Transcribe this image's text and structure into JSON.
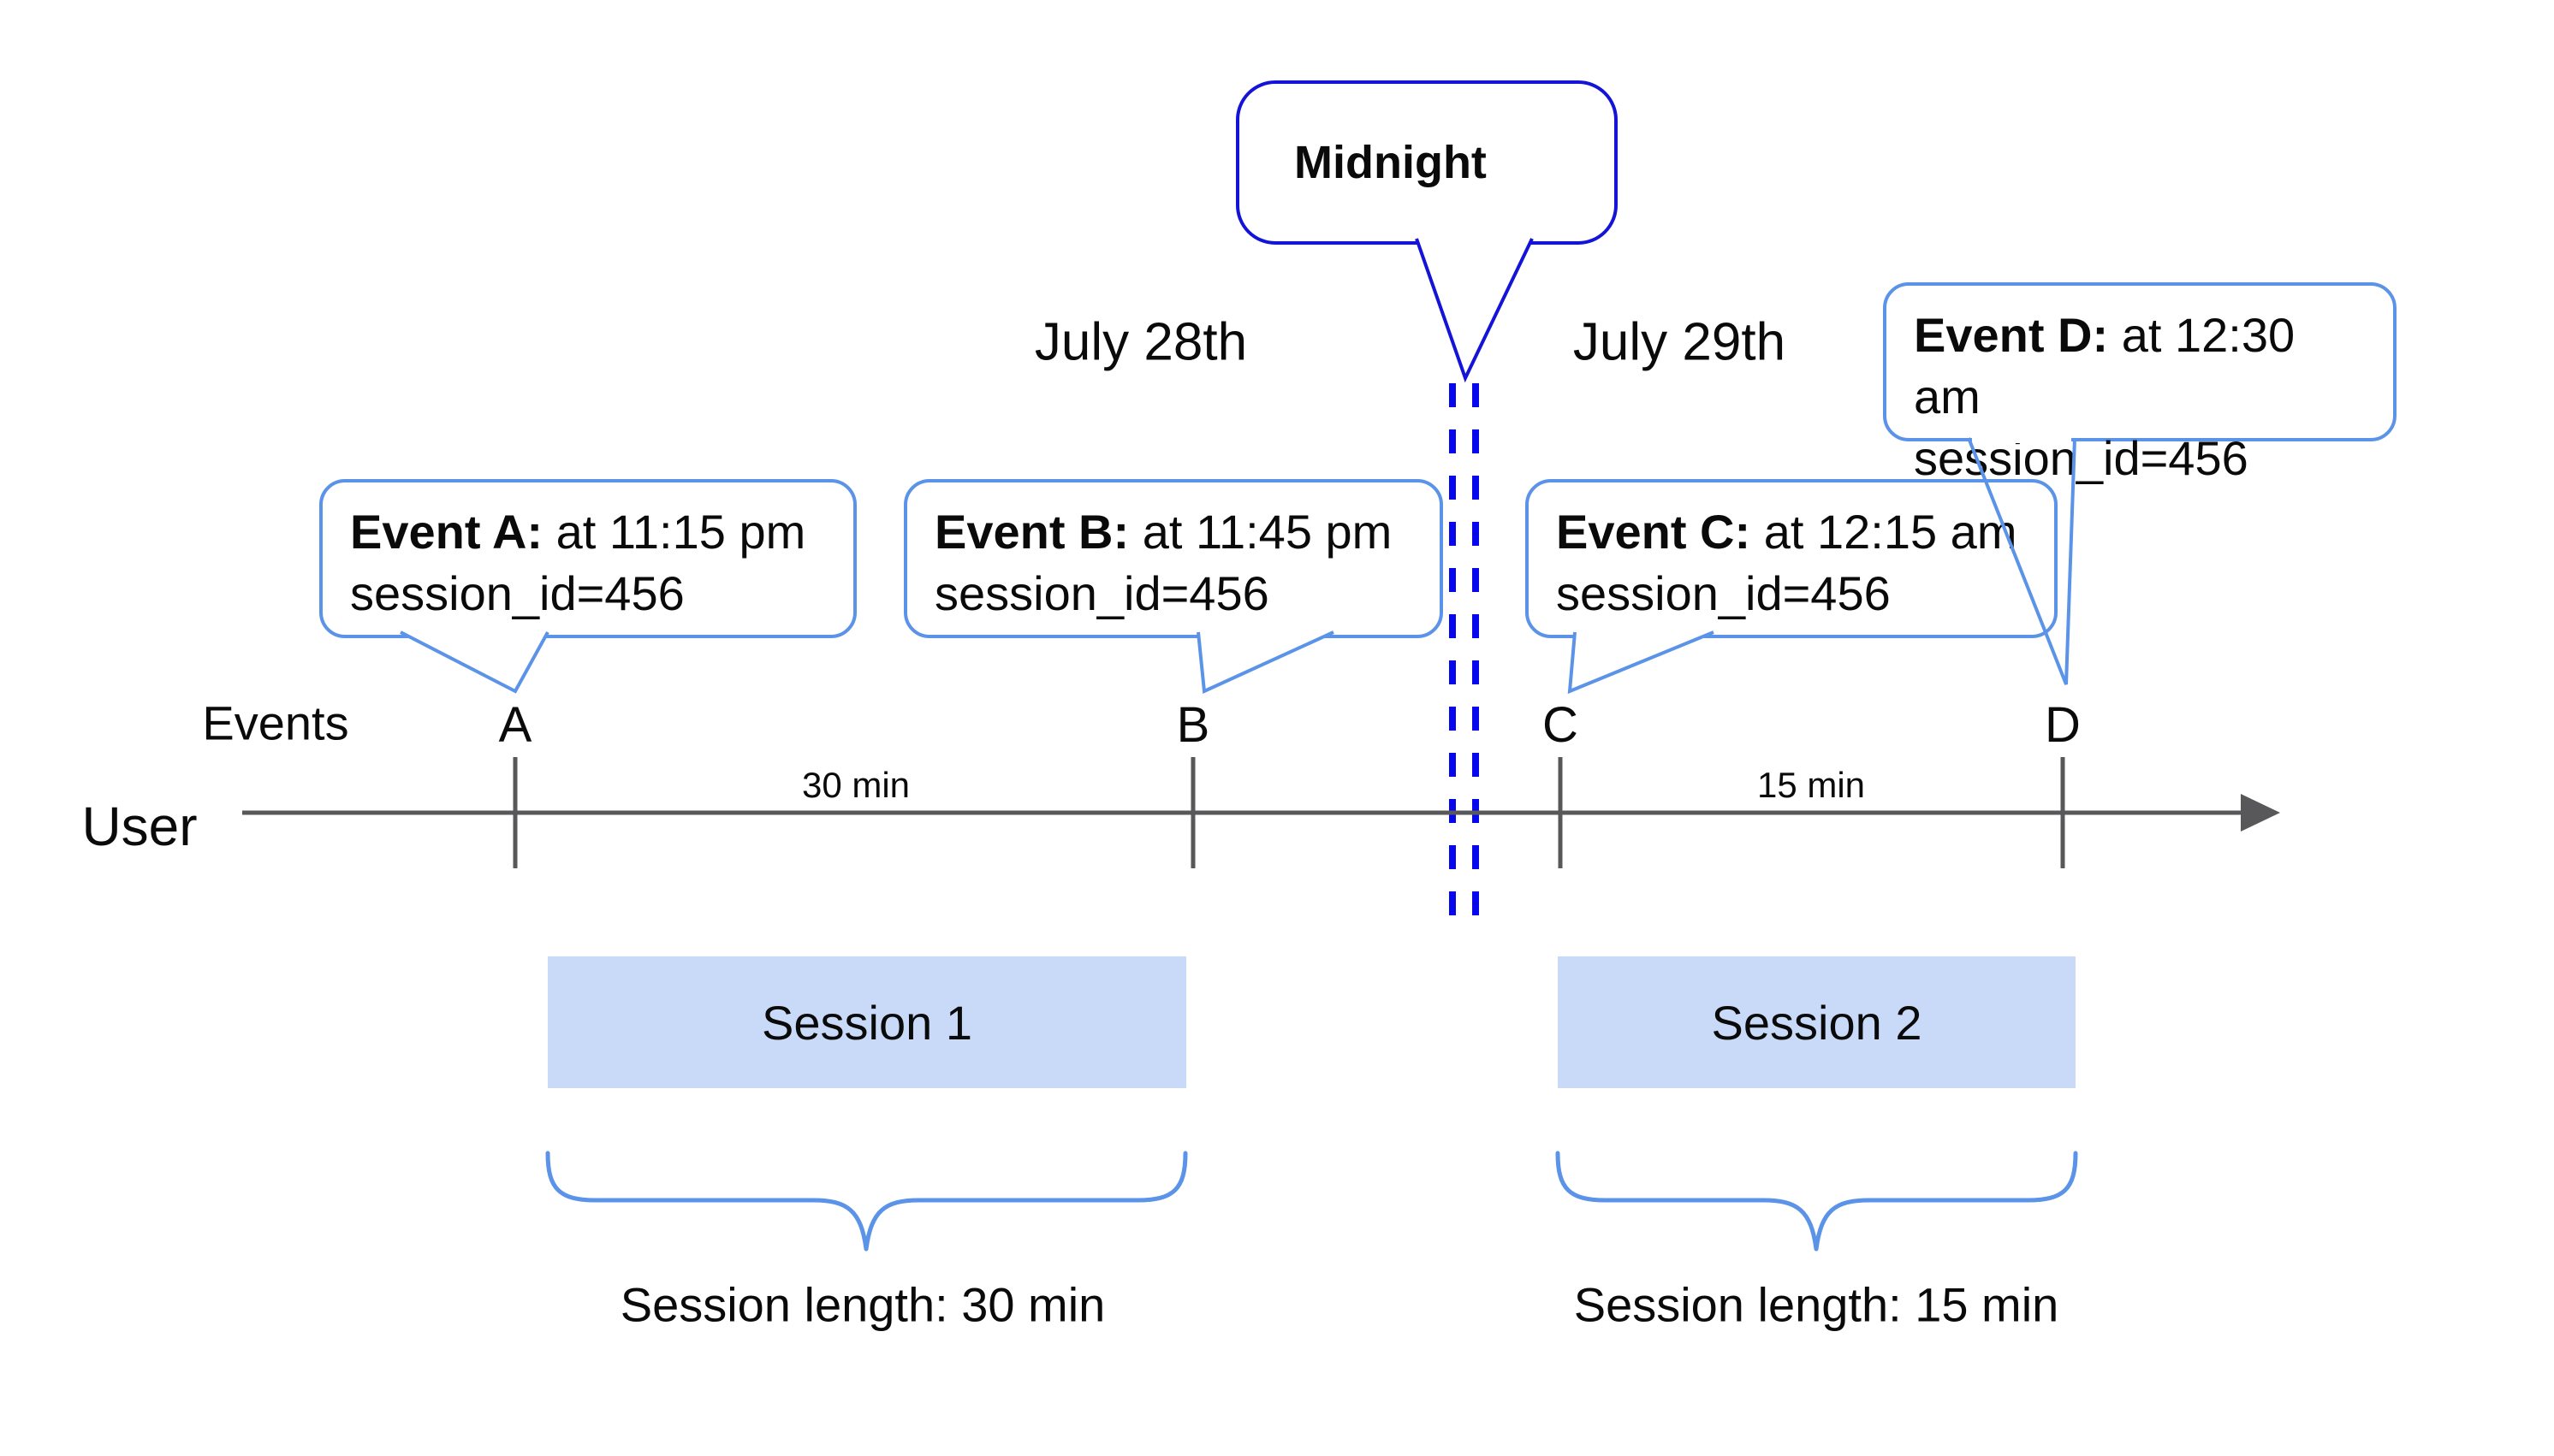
{
  "figure": {
    "midnight_label": "Midnight",
    "date_left": "July 28th",
    "date_right": "July 29th",
    "events_axis_label": "Events",
    "user_axis_label": "User",
    "interval_ab": "30 min",
    "interval_cd": "15 min"
  },
  "events": [
    {
      "letter": "A",
      "title": "Event A:",
      "time": "at 11:15 pm",
      "detail": "session_id=456"
    },
    {
      "letter": "B",
      "title": "Event B:",
      "time": "at 11:45 pm",
      "detail": "session_id=456"
    },
    {
      "letter": "C",
      "title": "Event C:",
      "time": "at 12:15 am",
      "detail": "session_id=456"
    },
    {
      "letter": "D",
      "title": "Event D:",
      "time": "at 12:30 am",
      "detail": "session_id=456"
    }
  ],
  "sessions": [
    {
      "name": "Session 1",
      "length": "Session length: 30 min"
    },
    {
      "name": "Session 2",
      "length": "Session length: 15 min"
    }
  ],
  "colors": {
    "event-blue": "#5b93e8",
    "midnight-blue": "#1414d8",
    "dash-blue": "#0707ee",
    "axis-gray": "#58585a",
    "session-fill": "#c9daf8",
    "ink": "#0a0a0a"
  }
}
